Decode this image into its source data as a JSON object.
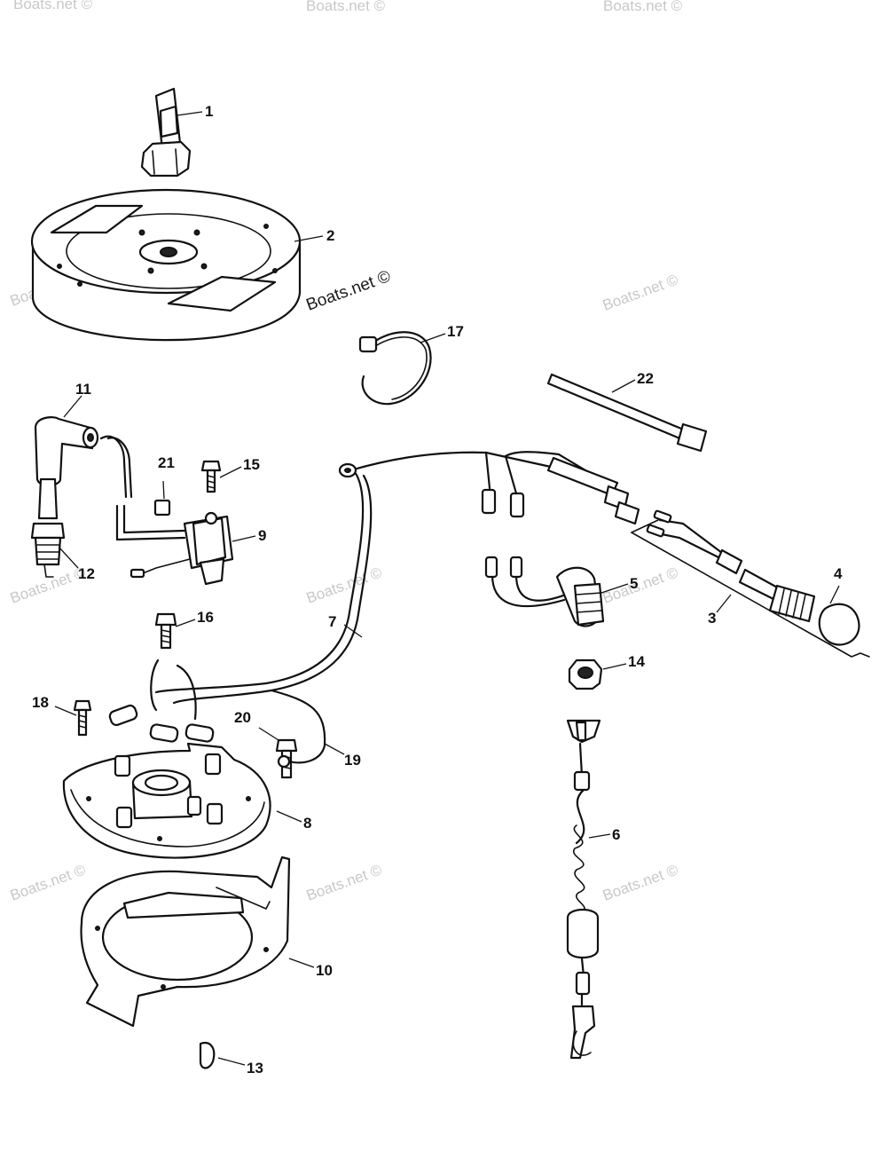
{
  "diagram": {
    "callouts": {
      "c1": "1",
      "c2": "2",
      "c3": "3",
      "c4": "4",
      "c5": "5",
      "c6": "6",
      "c7": "7",
      "c8": "8",
      "c9": "9",
      "c10": "10",
      "c11": "11",
      "c12": "12",
      "c13": "13",
      "c14": "14",
      "c15": "15",
      "c16": "16",
      "c17": "17",
      "c18": "18",
      "c19": "19",
      "c20": "20",
      "c21": "21",
      "c22": "22"
    },
    "watermark": "Boats.net ©"
  }
}
